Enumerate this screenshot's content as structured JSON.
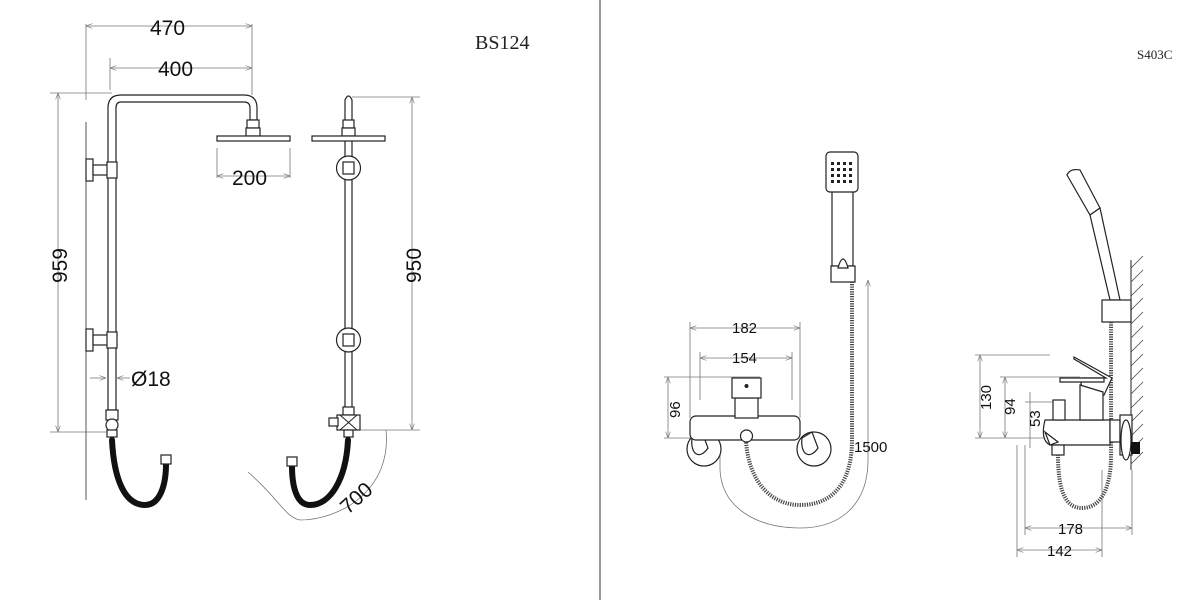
{
  "left_panel": {
    "model": "BS124",
    "dimensions": {
      "overall_width": "470",
      "arm_length": "400",
      "head_diameter": "200",
      "overall_height": "959",
      "riser_height": "950",
      "pipe_diameter": "Ø18",
      "hose_length": "700"
    }
  },
  "right_panel": {
    "model": "S403C",
    "dimensions": {
      "body_width": "182",
      "centers_width": "154",
      "front_height": "96",
      "hose_length": "1500",
      "side_total_height": "130",
      "side_lever_height": "94",
      "side_spout_height": "53",
      "projection_wall": "178",
      "projection_body": "142"
    }
  },
  "colors": {
    "line": "#222222",
    "dimension_line": "#777777",
    "divider": "#333333"
  }
}
